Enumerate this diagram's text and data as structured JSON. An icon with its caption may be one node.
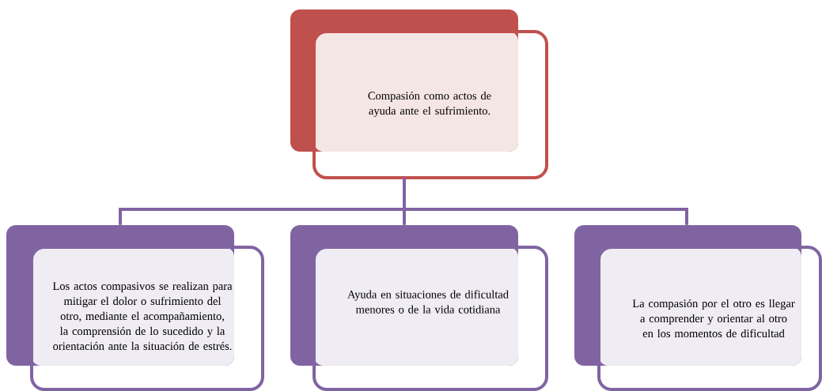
{
  "diagram": {
    "nodes": [
      {
        "text": [
          "Compasión como actos de ayuda ante el sufrimiento."
        ]
      },
      {
        "text": [
          "Los actos compasivos se realizan para mitigar el dolor o sufrimiento del otro, mediante el acompañamiento, la comprensión de lo sucedido y la orientación ante la situación de estrés."
        ]
      },
      {
        "text": [
          "Ayuda en situaciones de dificultad menores o de la vida cotidiana"
        ]
      },
      {
        "text": [
          "La compasión por el otro es llegar a comprender y orientar al otro en los momentos de dificultad"
        ]
      }
    ],
    "edges": [
      {
        "from": 0,
        "to": 1,
        "arrow": "none"
      },
      {
        "from": 0,
        "to": 2,
        "arrow": "none"
      },
      {
        "from": 0,
        "to": 3,
        "arrow": "none"
      }
    ]
  }
}
